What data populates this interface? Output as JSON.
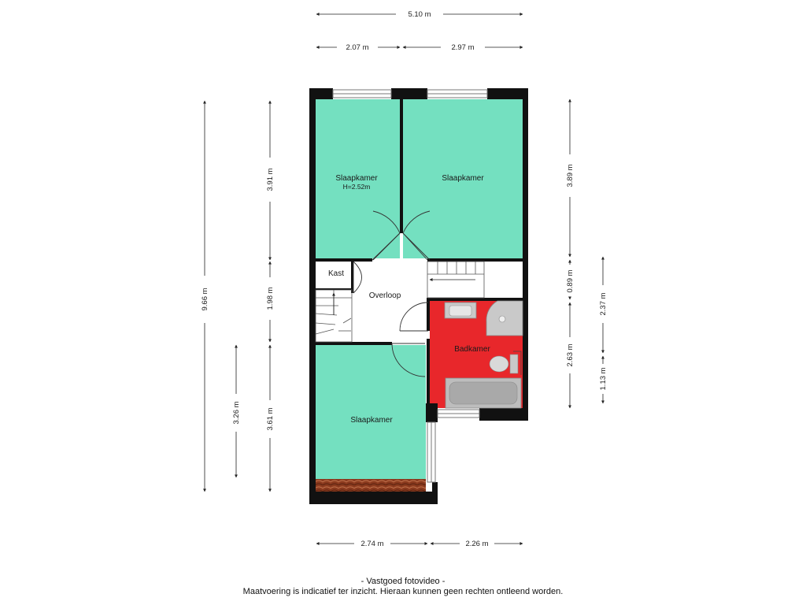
{
  "colors": {
    "bedroom": "#74e0c0",
    "bathroom": "#e8272b",
    "wall": "#111111",
    "roof_tiles": "#8b3a1e"
  },
  "rooms": {
    "bedroom_top_left": {
      "name": "Slaapkamer",
      "height": "H=2.52m"
    },
    "bedroom_top_right": {
      "name": "Slaapkamer"
    },
    "closet": {
      "name": "Kast"
    },
    "landing": {
      "name": "Overloop"
    },
    "bathroom": {
      "name": "Badkamer"
    },
    "bedroom_bottom": {
      "name": "Slaapkamer"
    }
  },
  "dimensions": {
    "top_total": "5.10 m",
    "top_left": "2.07 m",
    "top_right": "2.97 m",
    "bottom_left": "2.74 m",
    "bottom_right": "2.26 m",
    "left_total": "9.66 m",
    "left_upper": "3.91 m",
    "left_middle": "1.98 m",
    "left_lower": "3.61 m",
    "left_inner": "3.26 m",
    "right_upper": "3.89 m",
    "right_small": "0.89 m",
    "right_bath": "2.63 m",
    "right_far_upper": "2.37 m",
    "right_far_lower": "1.13 m"
  },
  "footer": {
    "line1": "- Vastgoed fotovideo -",
    "line2": "Maatvoering is indicatief ter inzicht. Hieraan kunnen geen rechten ontleend worden."
  }
}
